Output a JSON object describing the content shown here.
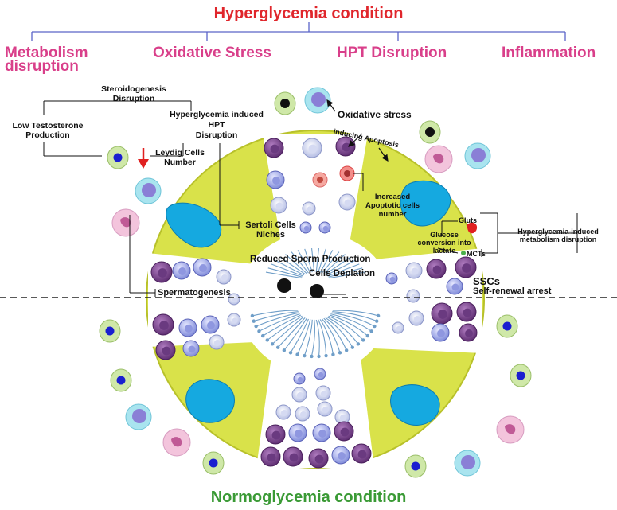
{
  "top_title": "Hyperglycemia condition",
  "bottom_title": "Normoglycemia condition",
  "categories": {
    "metabolism": [
      "Metabolism",
      "disruption"
    ],
    "oxidative": "Oxidative Stress",
    "hpt": "HPT Disruption",
    "inflammation": "Inflammation"
  },
  "labels": {
    "steroidogenesis": [
      "Steroidogenesis",
      "Disruption"
    ],
    "low_testosterone": [
      "Low Testosterone",
      "Production"
    ],
    "hpt_induced": [
      "Hyperglycemia induced",
      "HPT",
      "Disruption"
    ],
    "leydig": [
      "Leydig Cells",
      "Number"
    ],
    "oxidative_stress": "Oxidative stress",
    "inducing_apoptosis": [
      "inducing",
      "Apoptosis"
    ],
    "apoptotic": [
      "Increased",
      "Apoptotic cells",
      "number"
    ],
    "sertoli": [
      "Sertoli Cells",
      "Niches"
    ],
    "gluts": "Gluts",
    "glucose_conversion": [
      "Glucose",
      "conversion into",
      "lactate"
    ],
    "mcts": "MCTs",
    "metabolism_disruption": [
      "Hyperglycemia-induced",
      "metabolism disruption"
    ],
    "reduced_sperm": "Reduced Sperm Production",
    "cells_depletion": "Cells Deplation",
    "spermatogenesis": "Spermatogenesis",
    "sscs": "SSCs",
    "self_renewal": "Self-renewal arrest"
  },
  "colors": {
    "tubule": "#d9e24a",
    "sertoli_nucleus": "#15a9e0",
    "title_red": "#e0262c",
    "title_green": "#3a9a35",
    "category_pink": "#d93f8a",
    "bracket_blue": "#5a63c8",
    "arrow_red": "#e02020"
  }
}
